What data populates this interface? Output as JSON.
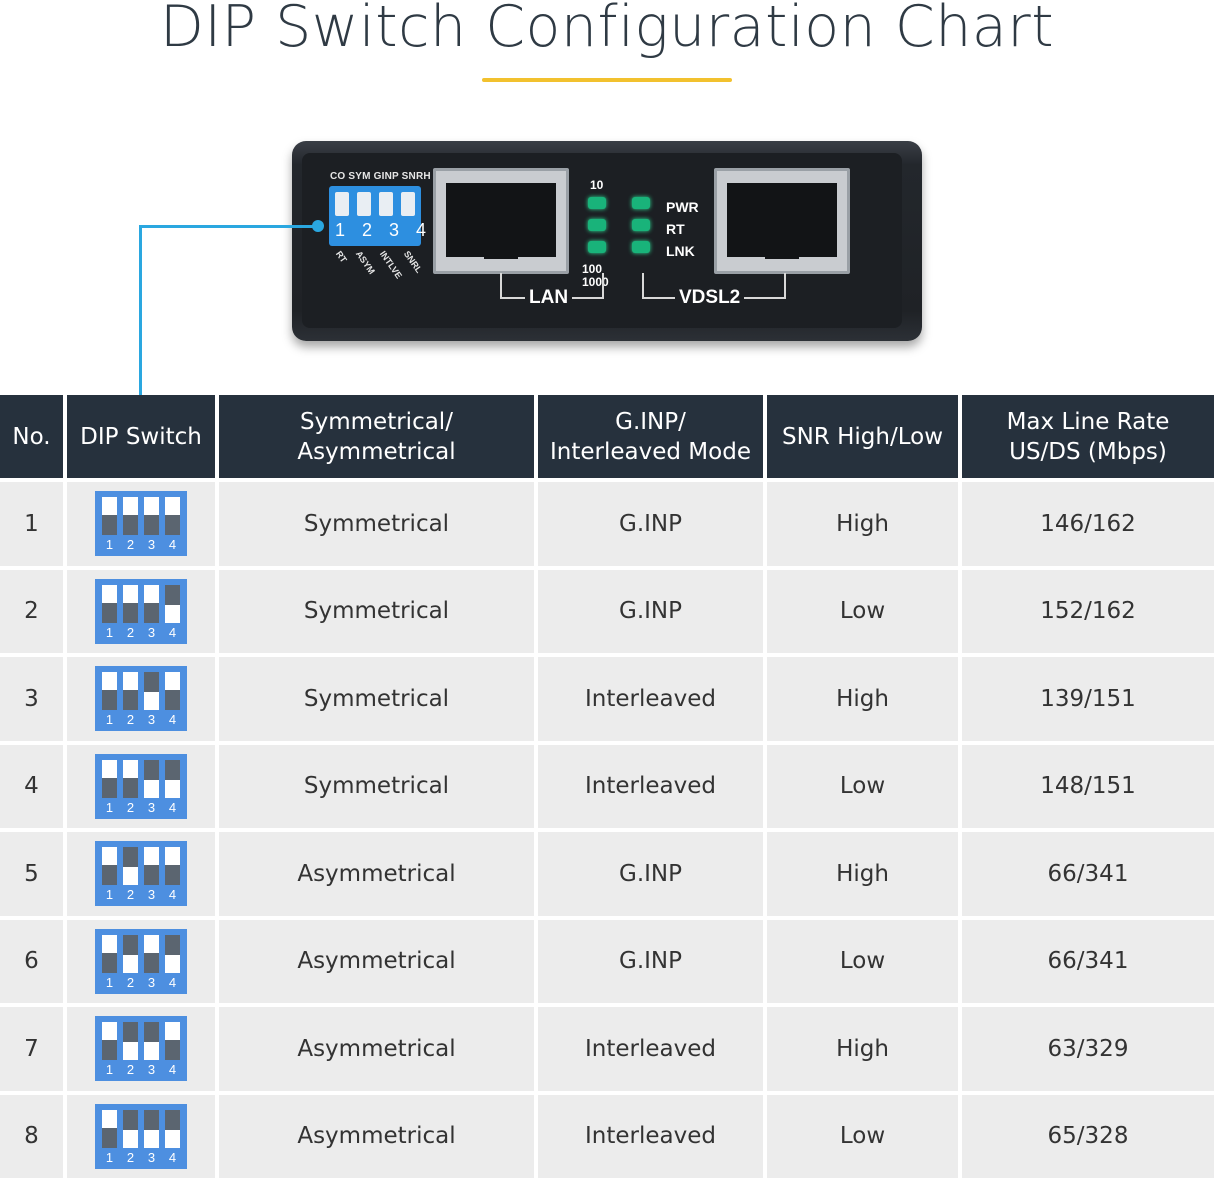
{
  "title": "DIP Switch Configuration Chart",
  "colors": {
    "accent_rule": "#f2c12e",
    "connector": "#2aa7e0",
    "header_bg": "#26313d",
    "row_bg": "#ececec",
    "dip_blue": "#4d8fe0"
  },
  "device": {
    "dip_top_labels": "CO SYM GINP SNRH",
    "dip_numbers": "1 2 3 4",
    "dip_bottom_labels": [
      "RT",
      "ASYM",
      "INTLVE",
      "SNRL"
    ],
    "speed_top": "10",
    "speed_bottom_1": "100",
    "speed_bottom_2": "1000",
    "leds": [
      "PWR",
      "RT",
      "LNK"
    ],
    "port_lan": "LAN",
    "port_vdsl": "VDSL2"
  },
  "table": {
    "headers": {
      "no": "No.",
      "dip": "DIP Switch",
      "sym_1": "Symmetrical/",
      "sym_2": "Asymmetrical",
      "ginp_1": "G.INP/",
      "ginp_2": "Interleaved Mode",
      "snr": "SNR High/Low",
      "rate_1": "Max Line Rate",
      "rate_2": "US/DS (Mbps)"
    },
    "switch_numbers": [
      "1",
      "2",
      "3",
      "4"
    ],
    "rows": [
      {
        "no": "1",
        "switches": [
          "up",
          "up",
          "up",
          "up"
        ],
        "sym": "Symmetrical",
        "mode": "G.INP",
        "snr": "High",
        "rate": "146/162"
      },
      {
        "no": "2",
        "switches": [
          "up",
          "up",
          "up",
          "down"
        ],
        "sym": "Symmetrical",
        "mode": "G.INP",
        "snr": "Low",
        "rate": "152/162"
      },
      {
        "no": "3",
        "switches": [
          "up",
          "up",
          "down",
          "up"
        ],
        "sym": "Symmetrical",
        "mode": "Interleaved",
        "snr": "High",
        "rate": "139/151"
      },
      {
        "no": "4",
        "switches": [
          "up",
          "up",
          "down",
          "down"
        ],
        "sym": "Symmetrical",
        "mode": "Interleaved",
        "snr": "Low",
        "rate": "148/151"
      },
      {
        "no": "5",
        "switches": [
          "up",
          "down",
          "up",
          "up"
        ],
        "sym": "Asymmetrical",
        "mode": "G.INP",
        "snr": "High",
        "rate": "66/341"
      },
      {
        "no": "6",
        "switches": [
          "up",
          "down",
          "up",
          "down"
        ],
        "sym": "Asymmetrical",
        "mode": "G.INP",
        "snr": "Low",
        "rate": "66/341"
      },
      {
        "no": "7",
        "switches": [
          "up",
          "down",
          "down",
          "up"
        ],
        "sym": "Asymmetrical",
        "mode": "Interleaved",
        "snr": "High",
        "rate": "63/329"
      },
      {
        "no": "8",
        "switches": [
          "up",
          "down",
          "down",
          "down"
        ],
        "sym": "Asymmetrical",
        "mode": "Interleaved",
        "snr": "Low",
        "rate": "65/328"
      }
    ]
  }
}
